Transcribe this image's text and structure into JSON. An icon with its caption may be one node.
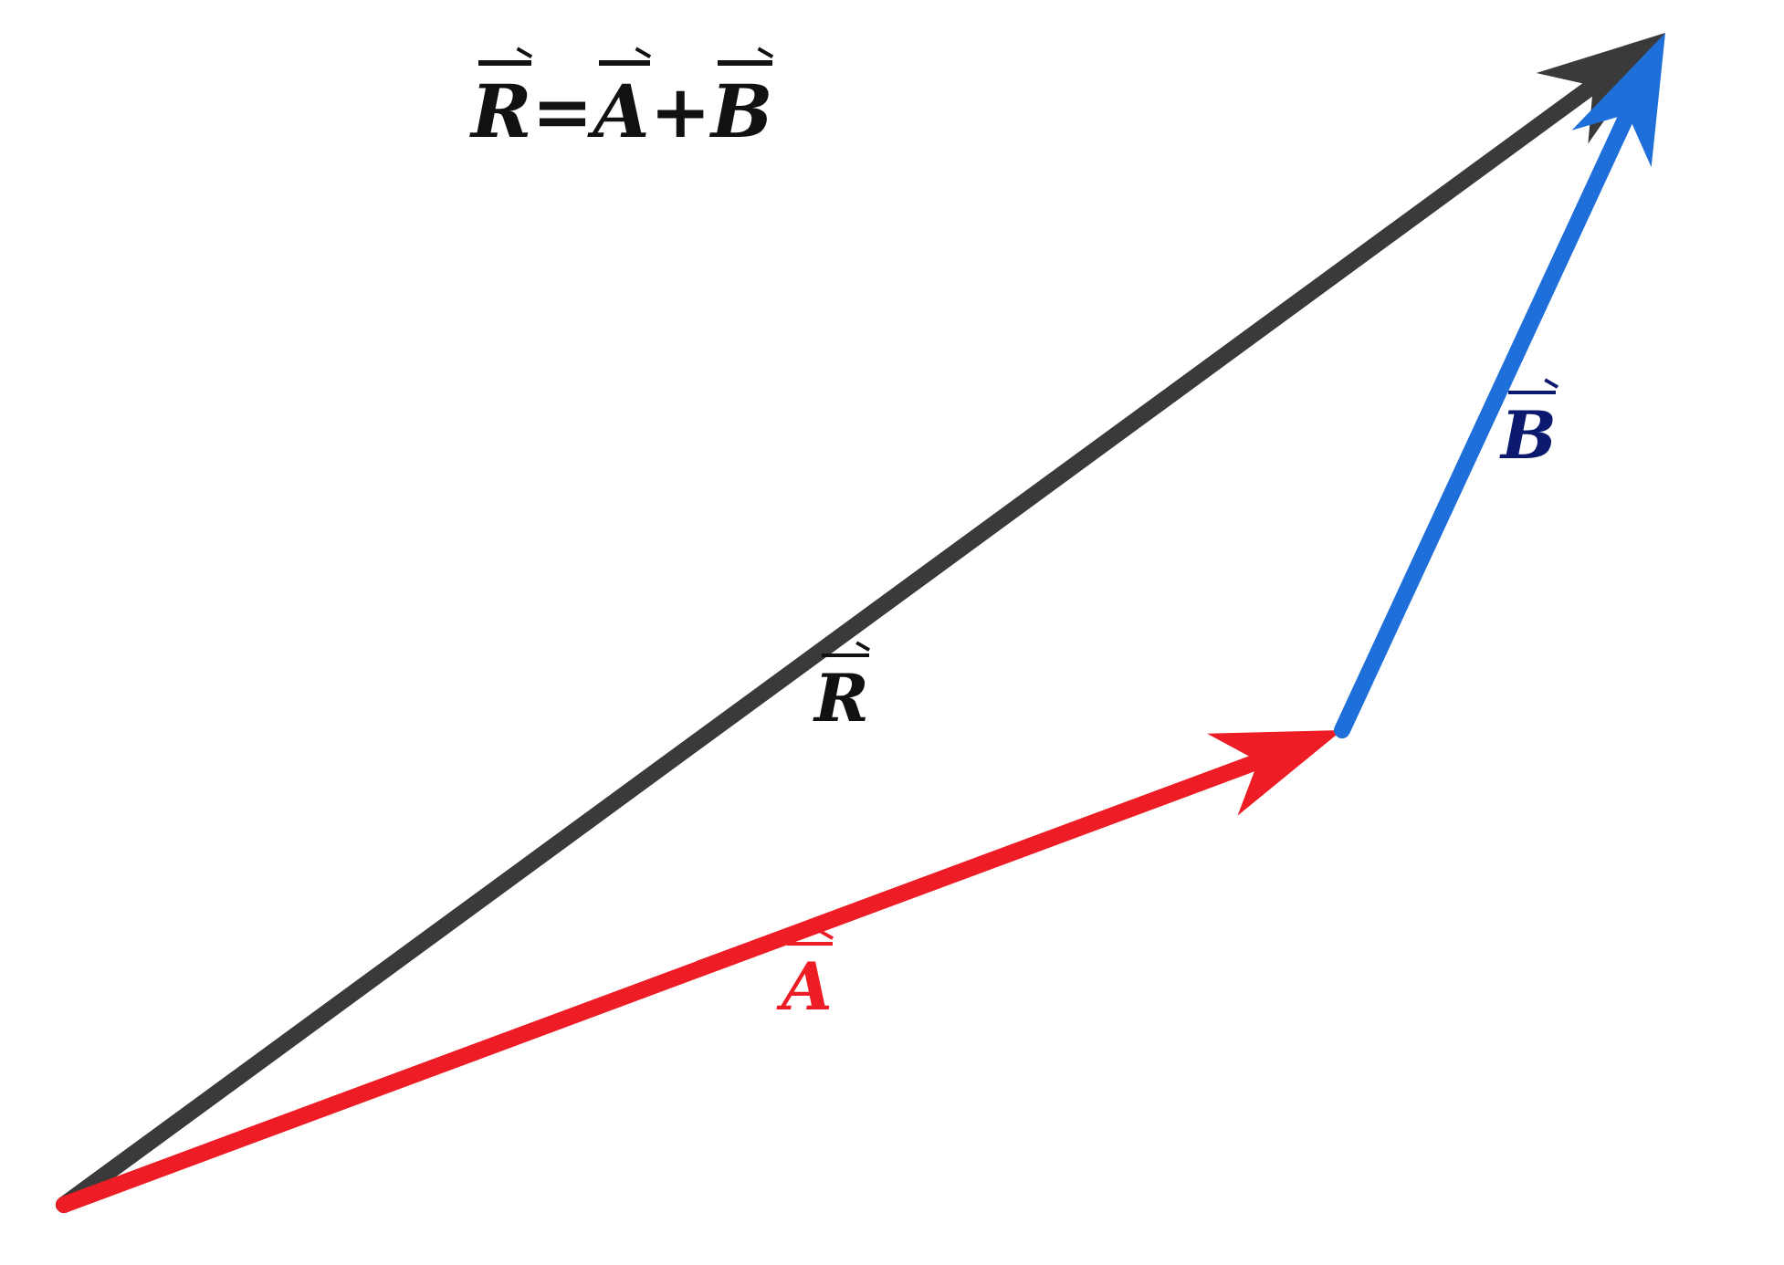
{
  "diagram": {
    "title": "R=A+B",
    "labels": [
      "B",
      "R",
      "A"
    ]
  }
}
